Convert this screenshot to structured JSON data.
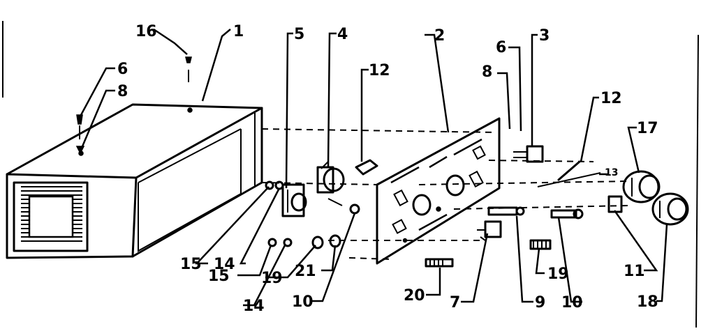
{
  "diagram": {
    "callouts": [
      {
        "label": "16",
        "part": "screw-top"
      },
      {
        "label": "1",
        "part": "cabinet"
      },
      {
        "label": "5",
        "part": "switch"
      },
      {
        "label": "4",
        "part": "thermostat"
      },
      {
        "label": "12",
        "part": "bracket"
      },
      {
        "label": "2",
        "part": "control-panel"
      },
      {
        "label": "8",
        "part": "screw"
      },
      {
        "label": "6",
        "part": "screw"
      },
      {
        "label": "3",
        "part": "bracket-right"
      },
      {
        "label": "12",
        "part": "spring-right"
      },
      {
        "label": "17",
        "part": "knob"
      },
      {
        "label": "13",
        "part": "wire"
      },
      {
        "label": "6",
        "part": "screw-left"
      },
      {
        "label": "8",
        "part": "washer-left"
      },
      {
        "label": "15",
        "part": "nut"
      },
      {
        "label": "14",
        "part": "washer"
      },
      {
        "label": "15",
        "part": "nut-lower"
      },
      {
        "label": "14",
        "part": "washer-lower"
      },
      {
        "label": "19",
        "part": "bushing"
      },
      {
        "label": "21",
        "part": "ring"
      },
      {
        "label": "10",
        "part": "spacer"
      },
      {
        "label": "20",
        "part": "bolt"
      },
      {
        "label": "7",
        "part": "relay"
      },
      {
        "label": "9",
        "part": "connector"
      },
      {
        "label": "19",
        "part": "bushing-right"
      },
      {
        "label": "10",
        "part": "spacer-right"
      },
      {
        "label": "11",
        "part": "clip"
      },
      {
        "label": "18",
        "part": "knob-lower"
      }
    ]
  }
}
